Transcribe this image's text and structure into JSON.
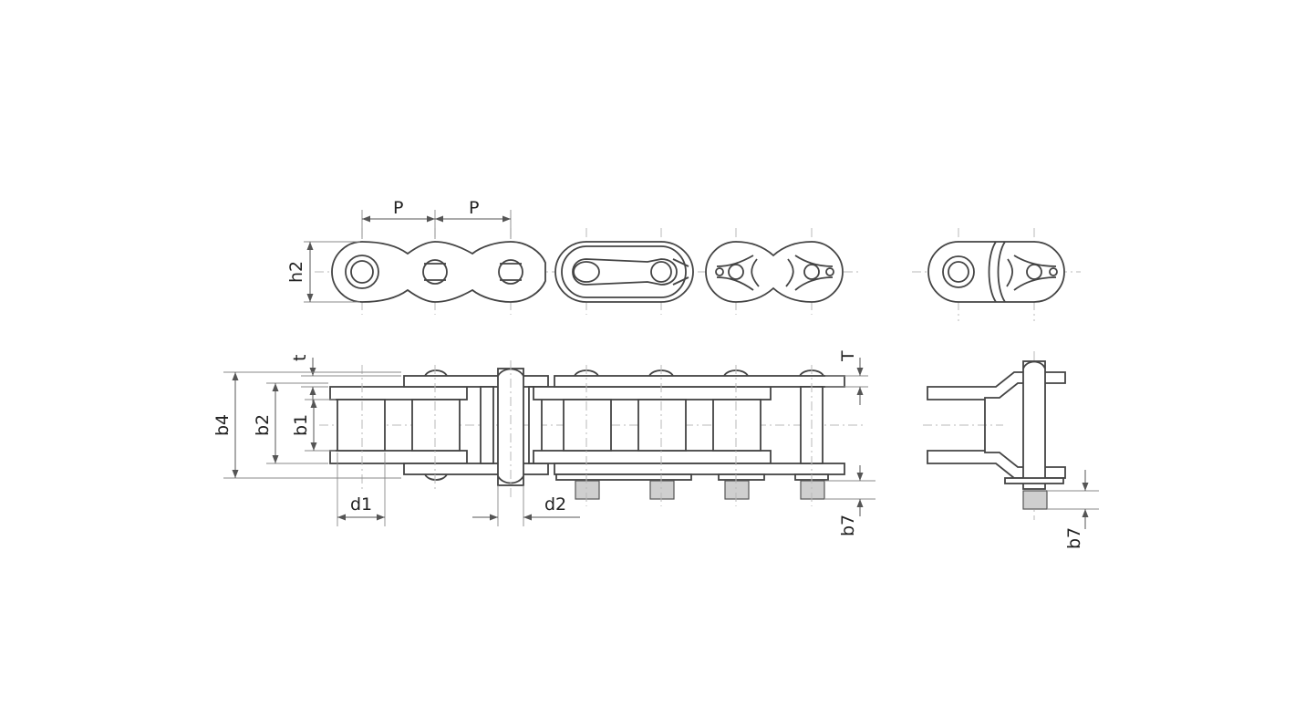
{
  "labels": {
    "pitch_1": "P",
    "pitch_2": "P",
    "plate_height": "h2",
    "plate_thickness_inner": "t",
    "plate_thickness_outer": "T",
    "width_outer": "b4",
    "width_inner_link": "b2",
    "width_between_plates": "b1",
    "roller_diameter": "d1",
    "pin_diameter": "d2",
    "pin_protrusion_1": "b7",
    "pin_protrusion_2": "b7"
  },
  "colors": {
    "outline": "#444444",
    "dimension": "#555555",
    "centerline": "#b8b8b8",
    "hatch": "#cfcfcf"
  }
}
